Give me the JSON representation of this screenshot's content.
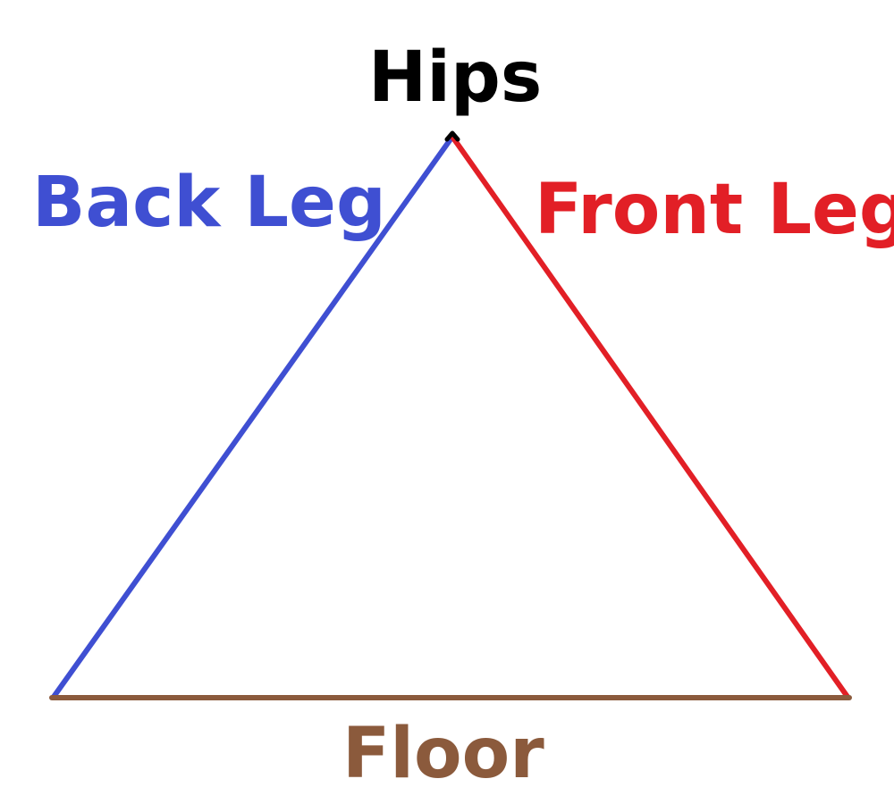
{
  "labels": {
    "hips": "Hips",
    "back_leg": "Back Leg",
    "front_leg": "Front Leg",
    "floor": "Floor"
  },
  "colors": {
    "hips": "#000000",
    "back_leg": "#3f4fd2",
    "front_leg": "#e21f26",
    "floor": "#8b5a3c"
  }
}
